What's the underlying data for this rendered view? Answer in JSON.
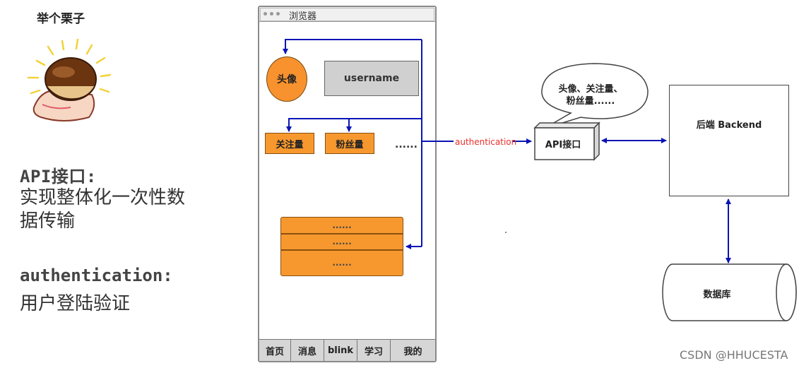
{
  "left": {
    "example_title": "举个栗子",
    "api_title": "API接口:",
    "api_desc_line1": "实现整体化一次性数",
    "api_desc_line2": "据传输",
    "auth_title": "authentication:",
    "auth_desc": "用户登陆验证"
  },
  "browser": {
    "title": "浏览器",
    "avatar": "头像",
    "username": "username",
    "follow": "关注量",
    "fans": "粉丝量",
    "ellipsis": "......",
    "list_rows": [
      "......",
      "......",
      "......"
    ],
    "tabs": [
      "首页",
      "消息",
      "blink",
      "学习",
      "我的"
    ]
  },
  "diagram": {
    "auth_label": "authentication",
    "api_box": "API接口",
    "bubble_line1": "头像、关注量、",
    "bubble_line2": "粉丝量......",
    "backend": "后端 Backend",
    "database": "数据库"
  },
  "watermark": "CSDN @HHUCESTA",
  "colors": {
    "orange": "#f7982f",
    "arrow_blue": "#0a14b4",
    "auth_red": "#e8302a"
  }
}
